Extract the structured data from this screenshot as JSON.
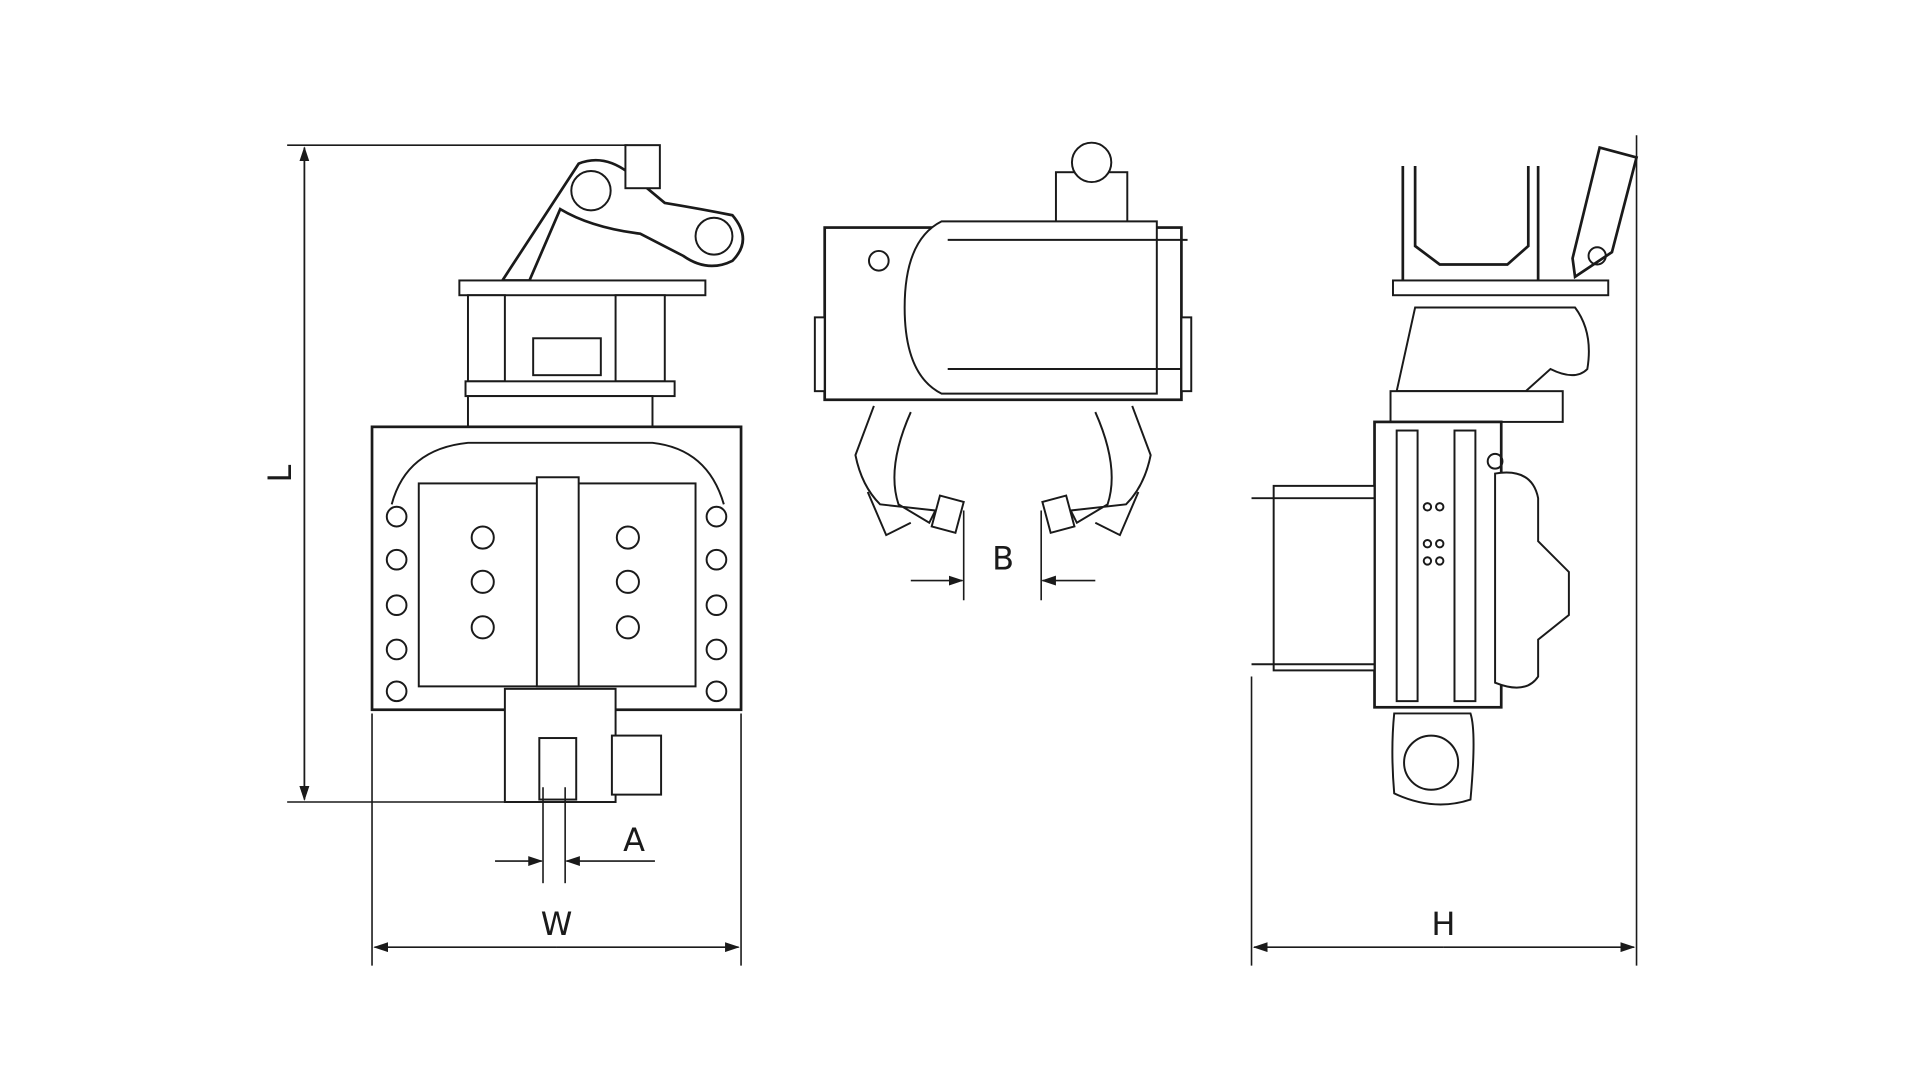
{
  "drawing": {
    "dimensions": {
      "length_label": "L",
      "width_label": "W",
      "a_label": "A",
      "b_label": "B",
      "height_label": "H"
    },
    "views": [
      "front-view",
      "top-view",
      "side-view"
    ]
  }
}
